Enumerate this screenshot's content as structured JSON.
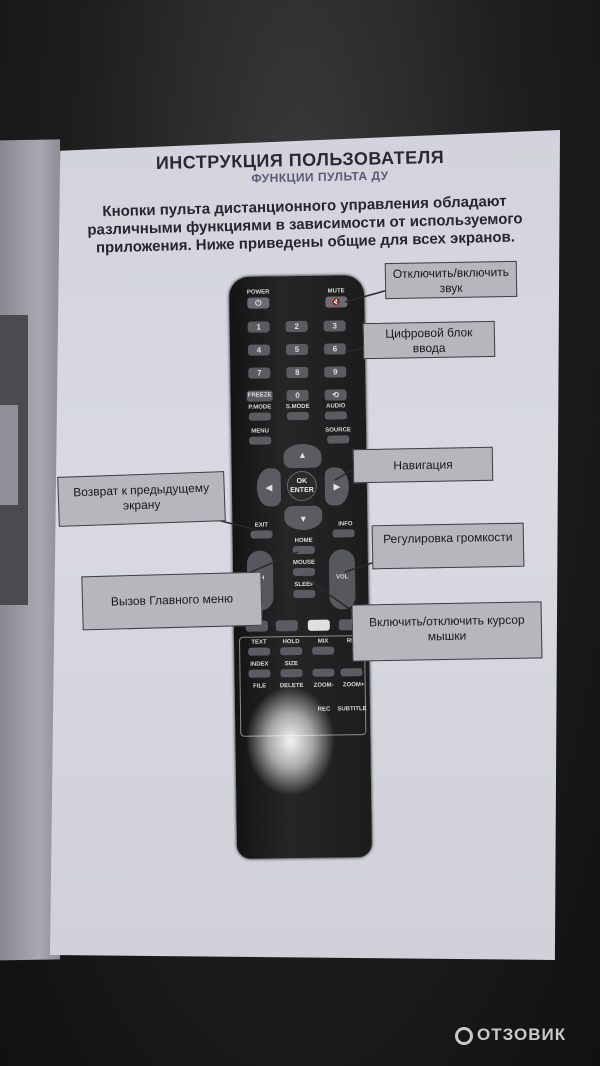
{
  "document": {
    "title": "ИНСТРУКЦИЯ ПОЛЬЗОВАТЕЛЯ",
    "subtitle": "ФУНКЦИИ ПУЛЬТА ДУ",
    "intro_line1": "Кнопки пульта дистанционного управления обладают",
    "intro_line2": "различными функциями в зависимости от используемого",
    "intro_line3": "приложения. Ниже приведены общие для всех экранов."
  },
  "remote": {
    "power": "POWER",
    "mute": "MUTE",
    "digits": [
      "1",
      "2",
      "3",
      "4",
      "5",
      "6",
      "7",
      "8",
      "9"
    ],
    "freeze": "FREEZE",
    "zero": "0",
    "pmode": "P.MODE",
    "smode": "S.MODE",
    "audio": "AUDIO",
    "menu": "MENU",
    "source": "SOURCE",
    "ok": "OK",
    "enter": "ENTER",
    "exit": "EXIT",
    "info": "INFO",
    "home": "HOME",
    "mouse": "MOUSE",
    "ch": "CH",
    "vol": "VOL",
    "sleep": "SLEEP",
    "text": "TEXT",
    "hold": "HOLD",
    "mix": "MIX",
    "reveal": "REV",
    "index": "INDEX",
    "size": "SIZE",
    "file": "FILE",
    "delete": "DELETE",
    "zoom_minus": "ZOOM-",
    "zoom_plus": "ZOOM+",
    "rec": "REC",
    "subtitle": "SUBTITLE"
  },
  "callouts": {
    "mute": "Отключить/включить звук",
    "digits": "Цифровой блок ввода",
    "nav": "Навигация",
    "back": "Возврат к предыдущему экрану",
    "volume": "Регулировка громкости",
    "home": "Вызов Главного меню",
    "mouse": "Включить/отключить курсор мышки"
  },
  "watermark": "ОТЗОВИК"
}
